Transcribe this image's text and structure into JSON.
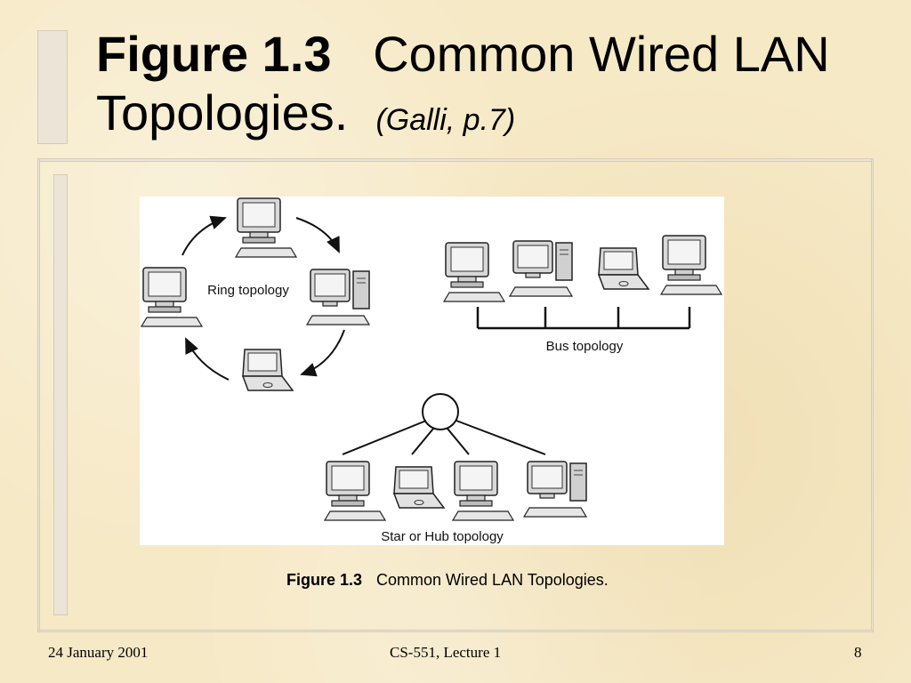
{
  "slide": {
    "title_bold": "Figure 1.3",
    "title_rest": "Common Wired LAN Topologies.",
    "title_cite": "(Galli, p.7)"
  },
  "figure": {
    "ring_label": "Ring topology",
    "bus_label": "Bus topology",
    "star_label": "Star or Hub topology"
  },
  "caption": {
    "bold": "Figure 1.3",
    "text": "Common Wired LAN Topologies."
  },
  "footer": {
    "date": "24 January 2001",
    "course": "CS-551, Lecture 1",
    "page": "8"
  }
}
